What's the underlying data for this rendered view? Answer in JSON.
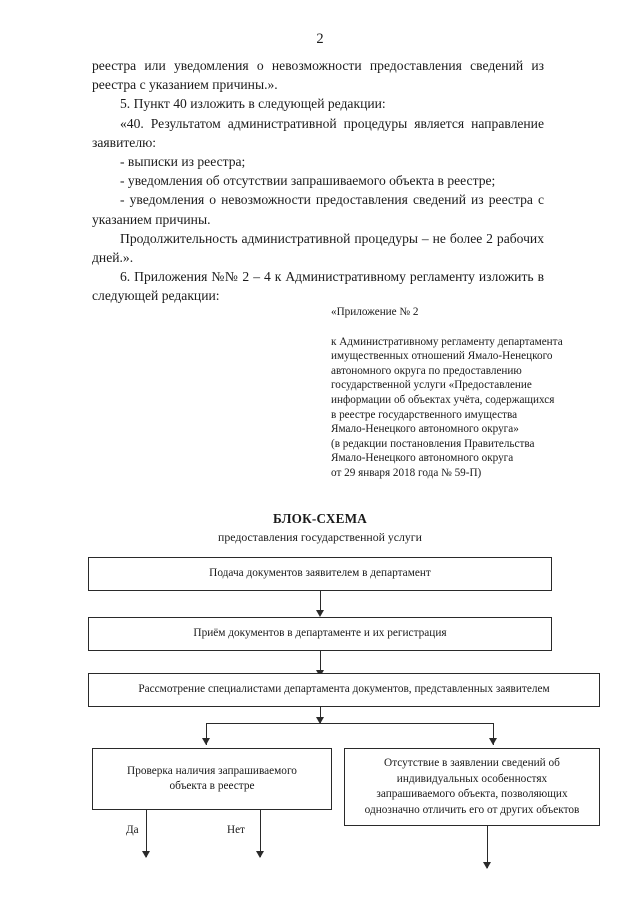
{
  "document": {
    "page_number": "2",
    "body_paragraphs": [
      {
        "id": "para-1",
        "indent": false,
        "text": "реестра или уведомления о невозможности предоставления сведений из реестра с указанием причины.»."
      },
      {
        "id": "para-2",
        "indent": true,
        "text": "5. Пункт 40 изложить в следующей редакции:"
      },
      {
        "id": "para-3",
        "indent": true,
        "text": "«40. Результатом административной процедуры является направление заявителю:"
      },
      {
        "id": "para-4",
        "indent": true,
        "text": "- выписки из реестра;"
      },
      {
        "id": "para-5",
        "indent": true,
        "text": "- уведомления об отсутствии запрашиваемого объекта в реестре;"
      },
      {
        "id": "para-6",
        "indent": true,
        "text": "- уведомления о невозможности предоставления сведений из реестра с указанием причины."
      },
      {
        "id": "para-7",
        "indent": true,
        "text": "Продолжительность административной процедуры – не более 2 рабочих дней.»."
      },
      {
        "id": "para-8",
        "indent": true,
        "text": "6. Приложения №№ 2 – 4 к Административному регламенту изложить в следующей редакции:"
      }
    ],
    "appendix_header": {
      "title": "«Приложение № 2",
      "lines": [
        "к Административному регламенту департамента",
        "имущественных отношений Ямало-Ненецкого",
        "автономного округа по предоставлению",
        "государственной услуги «Предоставление",
        "информации об объектах учёта, содержащихся",
        "в реестре государственного имущества",
        "Ямало-Ненецкого автономного округа»",
        "(в редакции постановления Правительства",
        "Ямало-Ненецкого автономного округа",
        "от 29 января 2018 года № 59-П)"
      ]
    },
    "scheme": {
      "title": "БЛОК-СХЕМА",
      "subtitle": "предоставления государственной услуги",
      "nodes": [
        {
          "id": "node-1",
          "name": "flow-box-submission",
          "text": "Подача документов заявителем в департамент"
        },
        {
          "id": "node-2",
          "name": "flow-box-reception",
          "text": "Приём документов в департаменте и их регистрация"
        },
        {
          "id": "node-3",
          "name": "flow-box-review",
          "text": "Рассмотрение специалистами департамента документов, представленных заявителем"
        },
        {
          "id": "node-4",
          "name": "flow-box-check-registry",
          "line1": "Проверка наличия запрашиваемого",
          "line2": "объекта в реестре"
        },
        {
          "id": "node-5",
          "name": "flow-box-missing-details",
          "line1": "Отсутствие в заявлении сведений об",
          "line2": "индивидуальных особенностях",
          "line3": "запрашиваемого объекта, позволяющих",
          "line4": "однозначно отличить его от других объектов"
        }
      ],
      "edge_labels": {
        "yes": "Да",
        "no": "Нет"
      }
    }
  },
  "colors": {
    "text": "#1a1a1a",
    "line": "#2a2a2a",
    "background": "#ffffff"
  }
}
